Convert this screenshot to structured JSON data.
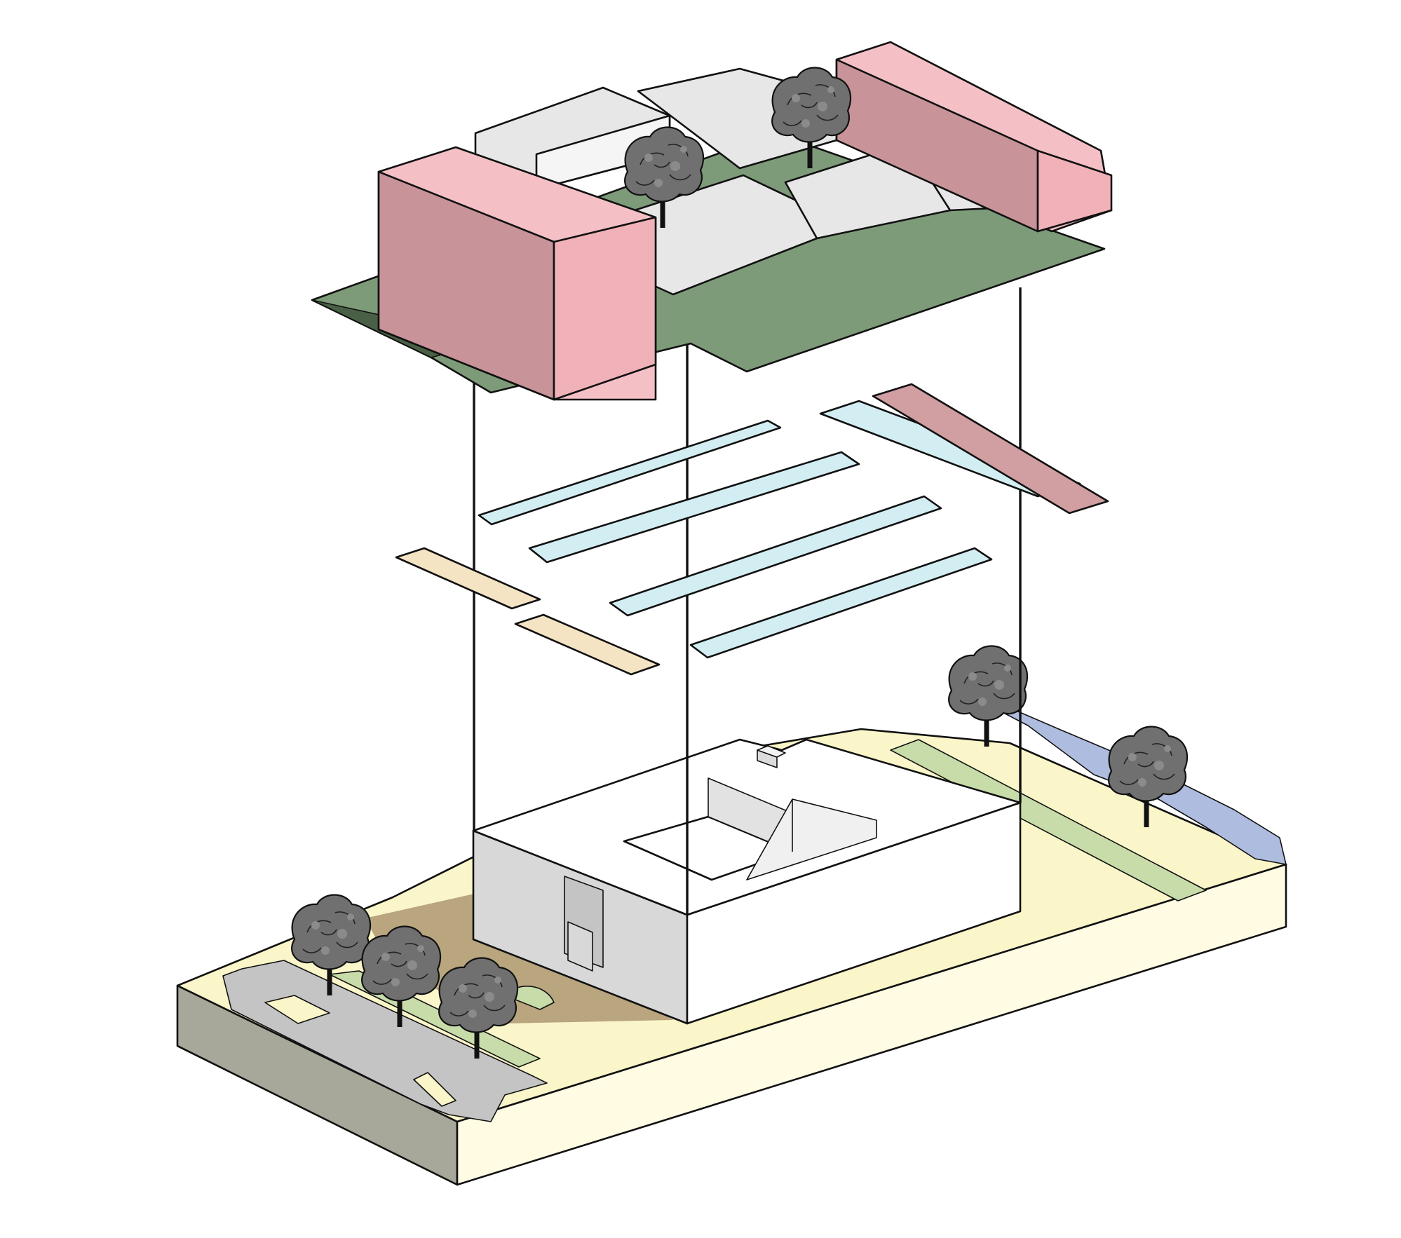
{
  "diagram": {
    "kind": "exploded-axonometric",
    "layers": [
      {
        "id": "roof",
        "name": "roof-layer"
      },
      {
        "id": "panels",
        "name": "panel-layer"
      },
      {
        "id": "ground",
        "name": "ground-layer"
      }
    ]
  },
  "colors": {
    "pink_top": "#f4c0c6",
    "pink_left": "#c89499",
    "pink_right": "#f1b1b8",
    "grey_top": "#e6e7e6",
    "grey_side": "#d0d2d1",
    "grey_front": "#f4f5f4",
    "roof_green": "#7e9b79",
    "roof_green_dark": "#4a6046",
    "glass": "#d3eef3",
    "glass_dark": "#a9cbd5",
    "cream_panel": "#f4e4c4",
    "rose_panel": "#d19ea2",
    "site": "#fbf6c9",
    "site_side_left": "#a7a79a",
    "site_side_front": "#fffce3",
    "sand": "#b9a57e",
    "grass": "#c8dcaa",
    "paving": "#c4c4c4",
    "water": "#aebcdf",
    "building_wall": "#d8d8d8",
    "tree_canopy": "#6f6f6f"
  },
  "icons": [
    "tree-icon"
  ]
}
